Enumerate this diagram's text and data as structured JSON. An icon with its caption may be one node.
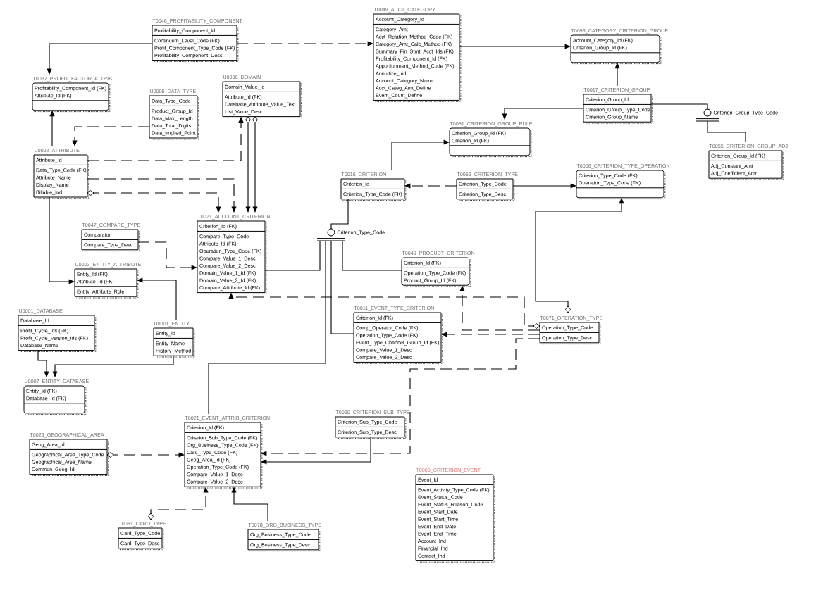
{
  "diagram": {
    "nodes": [
      {
        "text": [
          "T0046_PROFITABILITY_COMPONENT",
          "Profitability_Component_Id",
          "Continuum_Level_Code (FK)",
          "Profit_Component_Type_Code (FK)",
          "Profitability_Component_Desc"
        ]
      },
      {
        "text": [
          "T0049_ACCT_CATEGORY",
          "Account_Category_Id",
          "Category_Amt",
          "Acct_Relation_Method_Code (FK)",
          "Category_Amt_Calc_Method (FK)",
          "Summary_Fin_Stmt_Acct_Ids (FK)",
          "Profitability_Component_Id (FK)",
          "Apportionment_Method_Code (FK)",
          "Annuitize_Ind",
          "Account_Category_Name",
          "Acct_Categ_Amt_Define",
          "Event_Count_Define"
        ]
      },
      {
        "text": [
          "T0053_CATEGORY_CRITERION_GROUP",
          "Account_Category_Id (FK)",
          "Criterion_Group_Id (FK)"
        ]
      },
      {
        "text": [
          "T0037_PROFIT_FACTOR_ATTRIB",
          "Profitability_Component_Id (FK)",
          "Attribute_Id (FK)"
        ]
      },
      {
        "text": [
          "U0005_DATA_TYPE",
          "Data_Type_Code",
          "Product_Group_Id",
          "Data_Max_Length",
          "Data_Total_Digits",
          "Data_Implied_Point"
        ]
      },
      {
        "text": [
          "U0006_DOMAIN",
          "Domain_Value_Id",
          "Attribute_Id (FK)",
          "Database_Attribute_Value_Text",
          "List_Value_Desc"
        ]
      },
      {
        "text": [
          "T0017_CRITERION_GROUP",
          "Criterion_Group_Id",
          "Criterion_Group_Type_Code",
          "Criterion_Group_Name"
        ]
      },
      {
        "text": [],
        "shape": "circle",
        "beside": [
          "Criterion_Group_Type_Code"
        ]
      },
      {
        "text": [
          "T0051_CRITERION_GROUP_RULE",
          "Criterion_Group_Id (FK)",
          "Criterion_Id (FK)"
        ]
      },
      {
        "text": [
          "T0055_CRITERION_GROUP_ADJ",
          "Criterion_Group_Id (FK)",
          "Adj_Constant_Amt",
          "Adj_Coefficient_Amt"
        ]
      },
      {
        "text": [
          "U0002_ATTRIBUTE",
          "Attribute_Id",
          "Data_Type_Code (FK)",
          "Attribute_Name",
          "Display_Name",
          "Billable_Ind"
        ]
      },
      {
        "text": [
          "T0016_CRITERION",
          "Criterion_Id",
          "Criterion_Type_Code (FK)"
        ]
      },
      {
        "text": [
          "T0056_CRITERION_TYPE",
          "Criterion_Type_Code",
          "Criterion_Type_Desc"
        ]
      },
      {
        "text": [
          "T0006_CRITERION_TYPE_OPERATION",
          "Criterion_Type_Code (FK)",
          "Operation_Type_Code (FK)"
        ]
      },
      {
        "text": [
          "T0047_COMPARE_TYPE",
          "Comparator",
          "Compare_Type_Desc"
        ]
      },
      {
        "text": [
          "T0021_ACCOUNT_CRITERION",
          "Criterion_Id (FK)",
          "Compare_Type_Code",
          "Attribute_Id (FK)",
          "Operation_Type_Code (FK)",
          "Compare_Value_1_Desc",
          "Compare_Value_2_Desc",
          "Domain_Value_1_Id (FK)",
          "Domain_Value_2_Id (FK)",
          "Compare_Attribute_Id (FK)"
        ]
      },
      {
        "text": [],
        "shape": "circle",
        "beside": [
          "Criterion_Type_Code"
        ]
      },
      {
        "text": [
          "T0049_PRODUCT_CRITERION",
          "Criterion_Id (FK)",
          "Operation_Type_Code (FK)",
          "Product_Group_Id (FK)"
        ]
      },
      {
        "text": [
          "U0003_ENTITY_ATTRIBUTE",
          "Entity_Id (FK)",
          "Attribute_Id (FK)",
          "Entity_Attribute_Role"
        ]
      },
      {
        "text": [
          "T0011_EVENT_TYPE_CRITERION",
          "Criterion_Id (FK)",
          "Comp_Operator_Code (FK)",
          "Operation_Type_Code (FK)",
          "Event_Type_Channel_Group_Id (FK)",
          "Compare_Value_1_Desc",
          "Compare_Value_2_Desc"
        ]
      },
      {
        "text": [
          "T0071_OPERATION_TYPE",
          "Operation_Type_Code",
          "Operation_Type_Desc"
        ]
      },
      {
        "text": [
          "U0001_DATABASE",
          "Database_Id",
          "Profit_Cycle_Ids (FK)",
          "Profit_Cycle_Version_Ids (FK)",
          "Database_Name"
        ]
      },
      {
        "text": [
          "U0001_ENTITY",
          "Entity_Id",
          "Entity_Name",
          "History_Method"
        ]
      },
      {
        "text": [
          "U0007_ENTITY_DATABASE",
          "Entity_Id (FK)",
          "Database_Id (FK)"
        ]
      },
      {
        "text": [
          "T0060_CRITERION_SUB_TYPE",
          "Criterion_Sub_Type_Code",
          "Criterion_Sub_Type_Desc"
        ]
      },
      {
        "text": [
          "T0021_EVENT_ATTRIB_CRITERION",
          "Criterion_Id (FK)",
          "Criterion_Sub_Type_Code (FK)",
          "Org_Business_Type_Code (FK)",
          "Card_Type_Code (FK)",
          "Geog_Area_Id (FK)",
          "Operation_Type_Code (FK)",
          "Compare_Value_1_Desc",
          "Compare_Value_2_Desc"
        ]
      },
      {
        "text": [
          "T0029_GEOGRAPHICAL_AREA",
          "Geog_Area_Id",
          "Geographical_Area_Type_Code",
          "Geographical_Area_Name",
          "Common_Geog_Id"
        ]
      },
      {
        "text": [
          "T0000_CRITERION_EVENT",
          "Event_Id",
          "Event_Activity_Type_Code (FK)",
          "Event_Status_Code",
          "Event_Status_Reason_Code",
          "Event_Start_Date",
          "Event_Start_Time",
          "Event_End_Date",
          "Event_End_Time",
          "Account_Ind",
          "Financial_Ind",
          "Contact_Ind"
        ]
      },
      {
        "text": [
          "T0051_CARD_TYPE",
          "Card_Type_Code",
          "Card_Type_Desc"
        ]
      },
      {
        "text": [
          "T0078_ORG_BUSINESS_TYPE",
          "Org_Business_Type_Code",
          "Org_Business_Type_Desc"
        ]
      }
    ],
    "edges": [
      {
        "from": 0,
        "to": 3,
        "arrow": "to"
      },
      {
        "from": 0,
        "to": 1,
        "arrow": "to",
        "style": "dashed"
      },
      {
        "from": 1,
        "to": 2,
        "arrow": "to"
      },
      {
        "from": 6,
        "to": 2,
        "arrow": "to"
      },
      {
        "from": 6,
        "to": 8,
        "arrow": "to"
      },
      {
        "from": 6,
        "to": 7,
        "arrow": "none"
      },
      {
        "from": 7,
        "to": 9,
        "arrow": "none"
      },
      {
        "from": 10,
        "to": 3,
        "arrow": "to"
      },
      {
        "from": 4,
        "to": 10,
        "arrow": "to",
        "style": "dashed"
      },
      {
        "from": 10,
        "to": 5,
        "arrow": "to",
        "style": "dashed"
      },
      {
        "from": 10,
        "to": 15,
        "arrow": "to",
        "style": "dashed"
      },
      {
        "from": 10,
        "to": 15,
        "arrow": "to",
        "style": "dashed"
      },
      {
        "from": 5,
        "to": 15,
        "arrow": "to"
      },
      {
        "from": 5,
        "to": 15,
        "arrow": "to"
      },
      {
        "from": 14,
        "to": 15,
        "arrow": "to",
        "style": "dashed"
      },
      {
        "from": 11,
        "to": 8,
        "arrow": "to"
      },
      {
        "from": 12,
        "to": 11,
        "arrow": "to",
        "style": "dashed"
      },
      {
        "from": 12,
        "to": 13,
        "arrow": "to"
      },
      {
        "from": 20,
        "to": 13,
        "arrow": "to"
      },
      {
        "from": 11,
        "to": 16,
        "arrow": "none"
      },
      {
        "from": 16,
        "to": 15,
        "arrow": "none"
      },
      {
        "from": 16,
        "to": 17,
        "arrow": "none"
      },
      {
        "from": 16,
        "to": 19,
        "arrow": "none"
      },
      {
        "from": 16,
        "to": 25,
        "arrow": "none"
      },
      {
        "from": 20,
        "to": 15,
        "arrow": "to",
        "style": "dashed"
      },
      {
        "from": 20,
        "to": 17,
        "arrow": "to",
        "style": "dashed"
      },
      {
        "from": 20,
        "to": 19,
        "arrow": "to",
        "style": "dashed"
      },
      {
        "from": 20,
        "to": 25,
        "arrow": "to",
        "style": "dashed"
      },
      {
        "from": 10,
        "to": 18,
        "arrow": "to"
      },
      {
        "from": 22,
        "to": 18,
        "arrow": "to"
      },
      {
        "from": 22,
        "to": 23,
        "arrow": "to"
      },
      {
        "from": 21,
        "to": 23,
        "arrow": "to"
      },
      {
        "from": 24,
        "to": 25,
        "arrow": "to"
      },
      {
        "from": 26,
        "to": 25,
        "arrow": "to",
        "style": "dashed"
      },
      {
        "from": 28,
        "to": 25,
        "arrow": "to",
        "style": "dashed"
      },
      {
        "from": 29,
        "to": 25,
        "arrow": "to"
      }
    ]
  }
}
